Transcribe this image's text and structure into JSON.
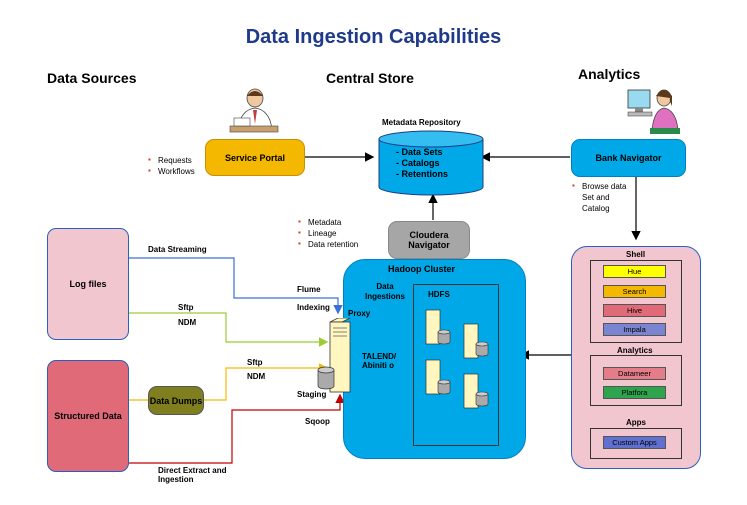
{
  "title": "Data Ingestion Capabilities",
  "headers": {
    "sources": "Data Sources",
    "central": "Central Store",
    "analytics": "Analytics"
  },
  "metadata_repo": {
    "label": "Metadata Repository",
    "items": [
      "- Data Sets",
      "- Catalogs",
      "- Retentions"
    ]
  },
  "service_portal": {
    "label": "Service Portal",
    "bullets": [
      "Requests",
      "Workflows"
    ]
  },
  "bank_navigator": {
    "label": "Bank Navigator",
    "bullets": [
      "Browse data Set and Catalog"
    ]
  },
  "cloudera": {
    "label": "Cloudera Navigator",
    "bullets": [
      "Metadata",
      "Lineage",
      "Data retention"
    ]
  },
  "sources": {
    "log_files": "Log  files",
    "structured": "Structured Data",
    "data_dumps": "Data Dumps"
  },
  "flows": {
    "data_streaming": "Data Streaming",
    "sftp1": "Sftp",
    "ndm1": "NDM",
    "sftp2": "Sftp",
    "ndm2": "NDM",
    "direct_extract": "Direct Extract and Ingestion",
    "flume": "Flume",
    "indexing": "Indexing",
    "staging": "Staging",
    "sqoop": "Sqoop"
  },
  "hadoop": {
    "label": "Hadoop Cluster",
    "data_ingestions": "Data Ingestions",
    "hdfs": "HDFS",
    "proxy": "Proxy",
    "talend": "TALEND/ Abiniti o"
  },
  "analytics_panel": {
    "shell": "Shell",
    "shell_items": [
      "Hue",
      "Search",
      "Hive",
      "Impala"
    ],
    "analytics": "Analytics",
    "analytics_items": [
      "Datameer",
      "Platfora"
    ],
    "apps": "Apps",
    "apps_items": [
      "Custom Apps"
    ]
  },
  "colors": {
    "title": "#1f3a8a",
    "service_portal": "#f5b800",
    "blue_box": "#00a8e8",
    "hadoop": "#00a8e8",
    "pink": "#f2c6cf",
    "structured": "#e06a78",
    "dumps": "#7f7f1f",
    "gray": "#a6a6a6"
  },
  "icons": [
    "business-person-icon",
    "computer-user-icon",
    "server-icon",
    "database-icon"
  ]
}
